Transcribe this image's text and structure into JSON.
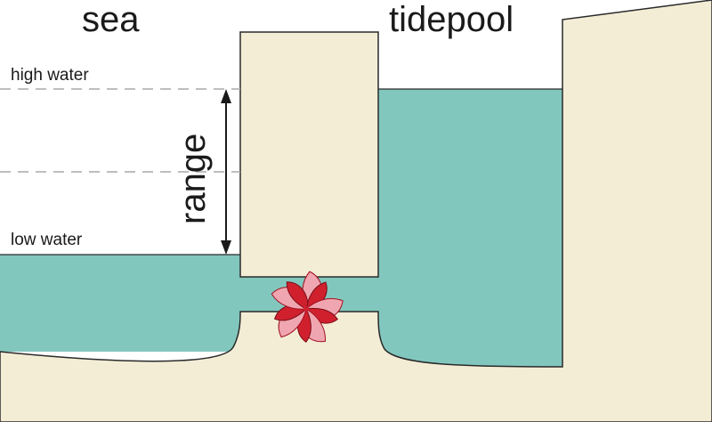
{
  "labels": {
    "sea": "sea",
    "tidepool": "tidepool",
    "high_water": "high water",
    "low_water": "low water",
    "range": "range"
  },
  "colors": {
    "water": "#82c7bd",
    "rock": "#f3edd6",
    "outline": "#2a2a2a",
    "dashed_line": "#a8a8a8",
    "turbine_dark": "#d0202e",
    "turbine_light": "#f0a6b0"
  },
  "icons": {
    "turbine": "turbine-icon",
    "range_arrow": "double-arrow-icon"
  }
}
